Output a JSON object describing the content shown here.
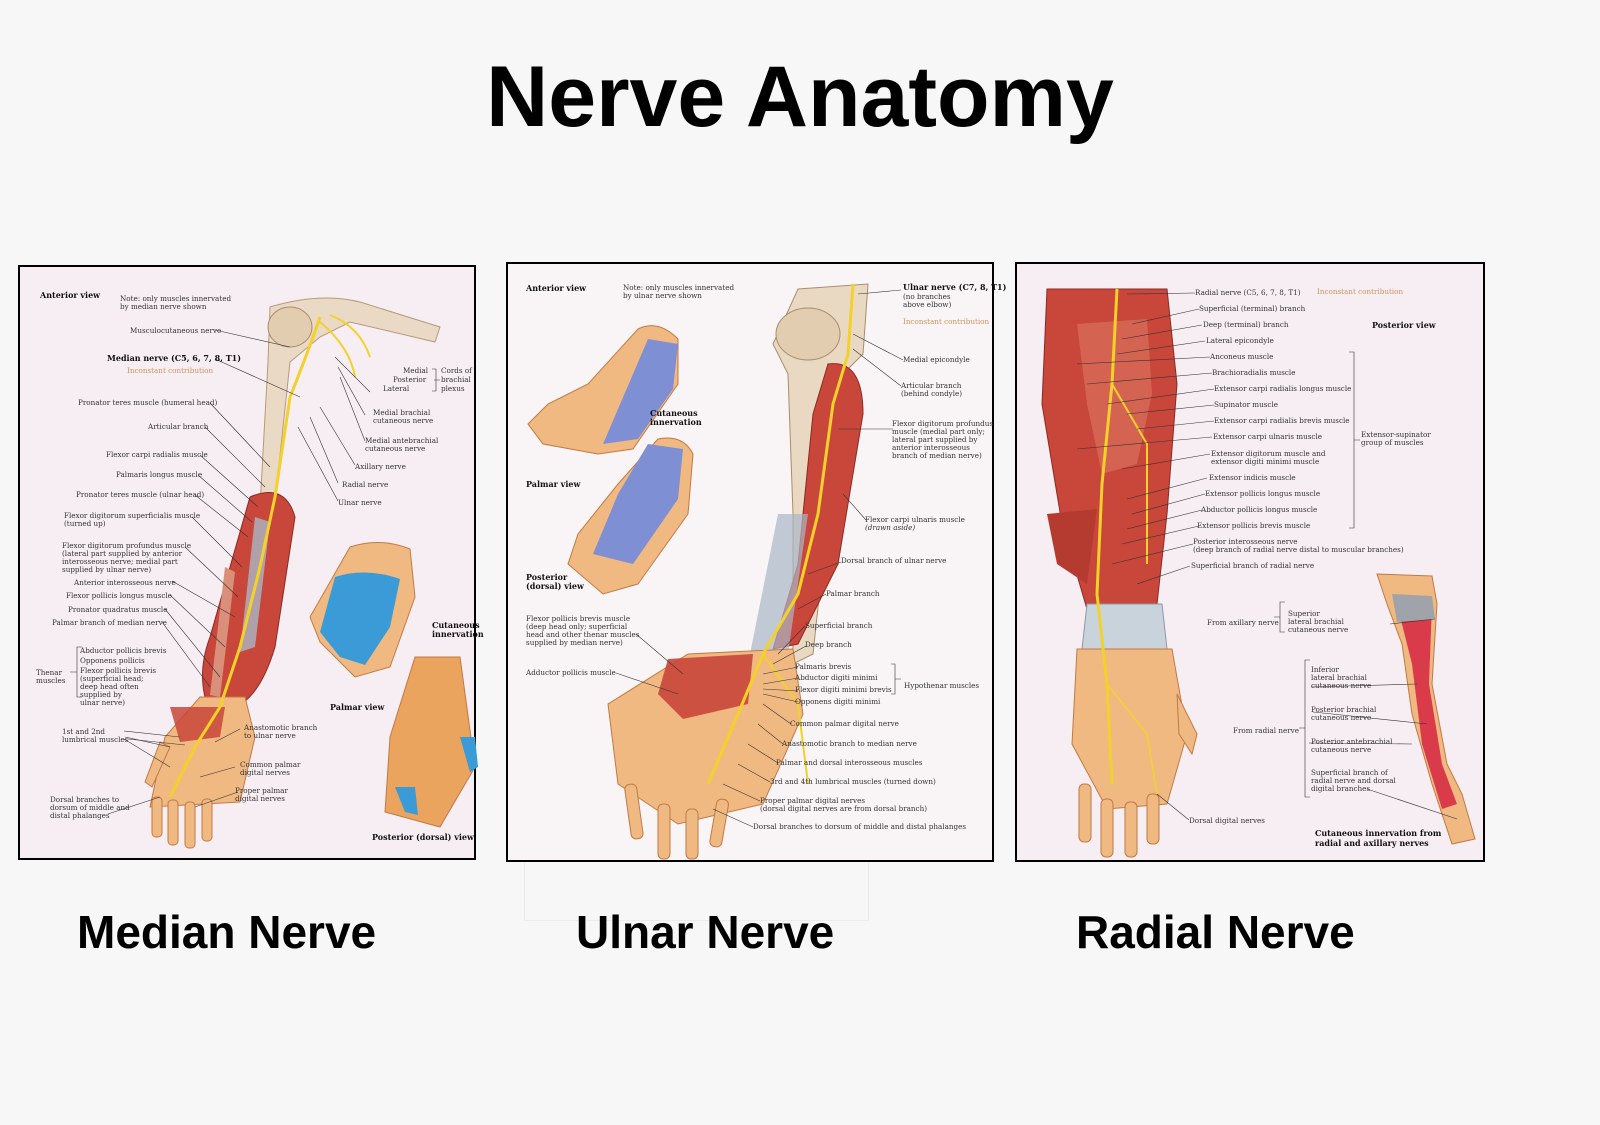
{
  "title": "Nerve Anatomy",
  "captions": {
    "median": "Median Nerve",
    "ulnar": "Ulnar Nerve",
    "radial": "Radial Nerve"
  },
  "median": {
    "view": "Anterior view",
    "note": [
      "Note: only muscles innervated",
      "by median nerve shown"
    ],
    "labels": [
      "Musculocutaneous nerve",
      "Median nerve (C5, 6, 7, 8, T1)",
      "Inconstant contribution",
      "Medial",
      "Posterior",
      "Lateral",
      "Cords of",
      "brachial",
      "plexus",
      "Medial brachial",
      "cutaneous nerve",
      "Medial antebrachial",
      "cutaneous nerve",
      "Axillary nerve",
      "Radial nerve",
      "Ulnar nerve",
      "Pronator teres muscle (humeral head)",
      "Articular branch",
      "Flexor carpi radialis muscle",
      "Palmaris longus muscle",
      "Pronator teres muscle (ulnar head)",
      "Flexor digitorum superficialis muscle",
      "(turned up)",
      "Flexor digitorum profundus muscle",
      "(lateral part supplied by anterior",
      "interosseous nerve; medial part",
      "supplied by ulnar nerve)",
      "Anterior interosseous nerve",
      "Flexor pollicis longus muscle",
      "Pronator quadratus muscle",
      "Palmar branch of median nerve",
      "Abductor pollicis brevis",
      "Opponens pollicis",
      "Flexor pollicis brevis",
      "(superficial head;",
      "deep head often",
      "supplied by",
      "ulnar nerve)",
      "Thenar",
      "muscles",
      "1st and 2nd",
      "lumbrical muscles",
      "Anastomotic branch",
      "to ulnar nerve",
      "Common palmar",
      "digital nerves",
      "Proper palmar",
      "digital nerves",
      "Dorsal branches to",
      "dorsum of middle and",
      "distal phalanges",
      "Cutaneous",
      "innervation",
      "Palmar view",
      "Posterior (dorsal) view"
    ]
  },
  "ulnar": {
    "view": "Anterior view",
    "note": [
      "Note: only muscles innervated",
      "by ulnar nerve shown"
    ],
    "labels": [
      "Ulnar nerve (C7, 8, T1)",
      "(no branches",
      "above elbow)",
      "Inconstant contribution",
      "Medial epicondyle",
      "Articular branch",
      "(behind condyle)",
      "Flexor digitorum profundus",
      "muscle (medial part only;",
      "lateral part supplied by",
      "anterior interosseous",
      "branch of median nerve)",
      "Flexor carpi ulnaris muscle",
      "(drawn aside)",
      "Dorsal branch of ulnar nerve",
      "Palmar branch",
      "Superficial branch",
      "Deep branch",
      "Palmaris brevis",
      "Abductor digiti minimi",
      "Flexor digiti minimi brevis",
      "Opponens digiti minimi",
      "Hypothenar muscles",
      "Common palmar digital nerve",
      "Anastomotic branch to median nerve",
      "Palmar and dorsal interosseous muscles",
      "3rd and 4th lumbrical muscles (turned down)",
      "Proper palmar digital nerves",
      "(dorsal digital nerves are from dorsal branch)",
      "Dorsal branches to dorsum of middle and distal phalanges",
      "Flexor pollicis brevis muscle",
      "(deep head only; superficial",
      "head and other thenar muscles",
      "supplied by median nerve)",
      "Adductor pollicis muscle",
      "Cutaneous",
      "innervation",
      "Palmar view",
      "Posterior",
      "(dorsal) view"
    ]
  },
  "radial": {
    "view": "Posterior view",
    "labels": [
      "Radial nerve (C5, 6, 7, 8, T1)",
      "Inconstant contribution",
      "Superficial (terminal) branch",
      "Deep (terminal) branch",
      "Lateral epicondyle",
      "Anconeus muscle",
      "Brachioradialis muscle",
      "Extensor carpi radialis longus muscle",
      "Supinator muscle",
      "Extensor carpi radialis brevis muscle",
      "Extensor carpi ulnaris muscle",
      "Extensor digitorum muscle and",
      "extensor digiti minimi muscle",
      "Extensor indicis muscle",
      "Extensor pollicis longus muscle",
      "Abductor pollicis longus muscle",
      "Extensor pollicis brevis muscle",
      "Extensor-supinator",
      "group of muscles",
      "Posterior interosseous nerve",
      "(deep branch of radial nerve distal to muscular branches)",
      "Superficial branch of radial nerve",
      "From axillary nerve",
      "Superior",
      "lateral brachial",
      "cutaneous nerve",
      "Inferior",
      "lateral brachial",
      "cutaneous nerve",
      "From radial nerve",
      "Posterior brachial",
      "cutaneous nerve",
      "Posterior antebrachial",
      "cutaneous nerve",
      "Superficial branch of",
      "radial nerve and dorsal",
      "digital branches",
      "Dorsal digital nerves",
      "Cutaneous innervation from",
      "radial and axillary nerves"
    ]
  },
  "colors": {
    "muscle": "#c8463a",
    "bone": "#e9d9c3",
    "skin": "#f0b982",
    "nerve": "#f2d22a",
    "median_blue": "#3a9bd6",
    "ulnar_blue": "#7f8fd3",
    "radial_red": "#d93b4b"
  }
}
